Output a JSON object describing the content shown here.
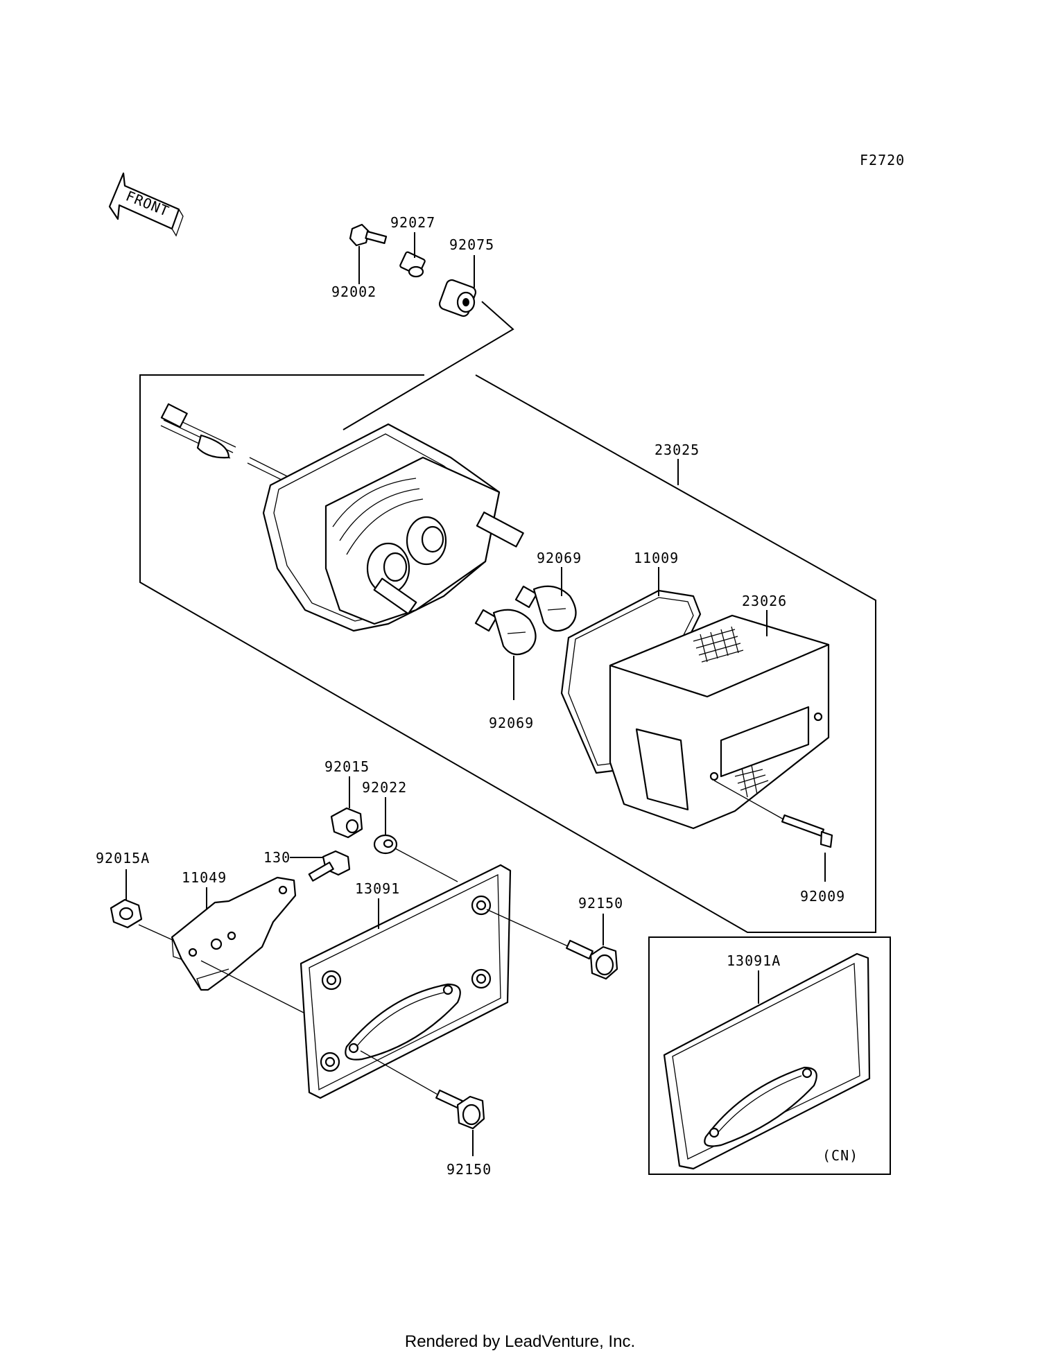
{
  "figure_code": "F2720",
  "front_marker": "FRONT",
  "callouts": {
    "p92002": "92002",
    "p92027": "92027",
    "p92075": "92075",
    "p23025": "23025",
    "p92069_a": "92069",
    "p92069_b": "92069",
    "p11009": "11009",
    "p23026": "23026",
    "p92015": "92015",
    "p92022": "92022",
    "p92015A": "92015A",
    "p11049": "11049",
    "p130": "130",
    "p13091": "13091",
    "p92150_a": "92150",
    "p92150_b": "92150",
    "p92009": "92009",
    "p13091A": "13091A"
  },
  "inset_note": "(CN)",
  "footer": "Rendered by LeadVenture, Inc."
}
